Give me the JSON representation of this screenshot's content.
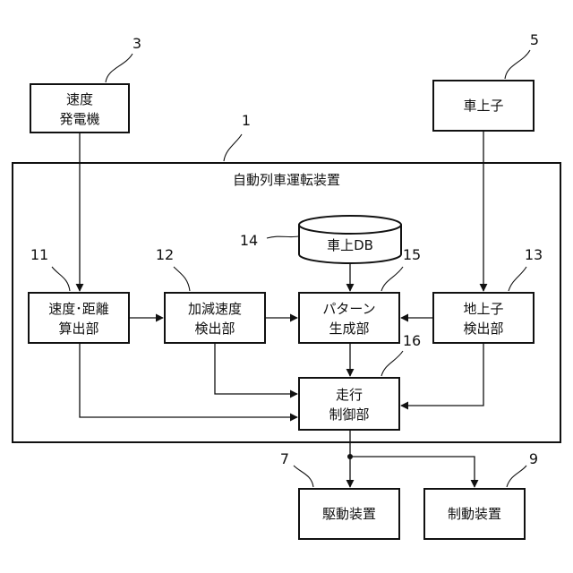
{
  "system_title": "自動列車運転装置",
  "system_ref": "1",
  "speed_generator": {
    "ref": "3",
    "line1": "速度",
    "line2": "発電機"
  },
  "onboard_unit": {
    "ref": "5",
    "label": "車上子"
  },
  "speed_distance_calc": {
    "ref": "11",
    "line1": "速度･距離",
    "line2": "算出部"
  },
  "accel_detect": {
    "ref": "12",
    "line1": "加減速度",
    "line2": "検出部"
  },
  "ground_unit_detect": {
    "ref": "13",
    "line1": "地上子",
    "line2": "検出部"
  },
  "onboard_db": {
    "ref": "14",
    "label": "車上DB"
  },
  "pattern_gen": {
    "ref": "15",
    "line1": "パターン",
    "line2": "生成部"
  },
  "run_control": {
    "ref": "16",
    "line1": "走行",
    "line2": "制御部"
  },
  "drive_device": {
    "ref": "7",
    "label": "駆動装置"
  },
  "brake_device": {
    "ref": "9",
    "label": "制動装置"
  }
}
